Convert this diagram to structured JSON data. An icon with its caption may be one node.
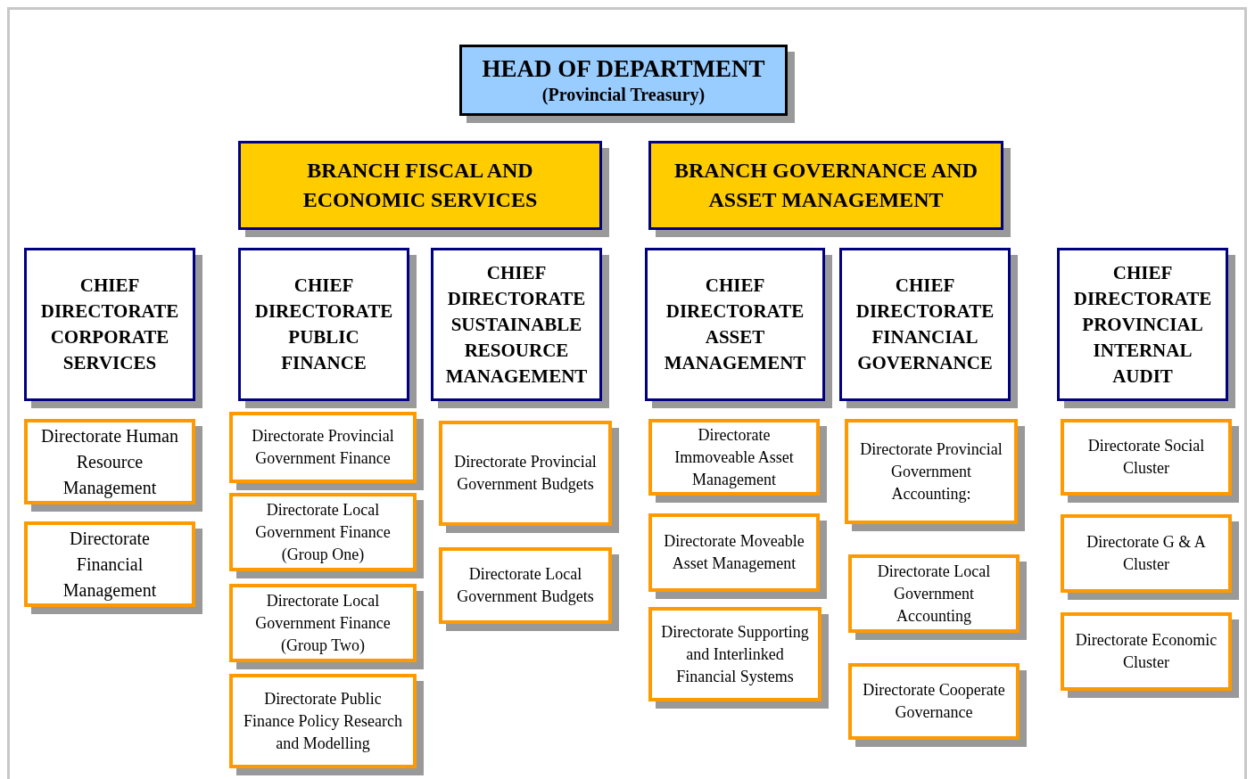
{
  "diagram": {
    "nodes": [
      {
        "text": [
          "HEAD OF DEPARTMENT",
          "(Provincial Treasury)"
        ]
      },
      {
        "text": [
          "BRANCH FISCAL AND ECONOMIC SERVICES"
        ]
      },
      {
        "text": [
          "BRANCH GOVERNANCE AND ASSET MANAGEMENT"
        ]
      },
      {
        "text": [
          "CHIEF DIRECTORATE CORPORATE SERVICES"
        ]
      },
      {
        "text": [
          "CHIEF DIRECTORATE PUBLIC FINANCE"
        ]
      },
      {
        "text": [
          "CHIEF DIRECTORATE SUSTAINABLE RESOURCE MANAGEMENT"
        ]
      },
      {
        "text": [
          "CHIEF DIRECTORATE ASSET MANAGEMENT"
        ]
      },
      {
        "text": [
          "CHIEF DIRECTORATE FINANCIAL GOVERNANCE"
        ]
      },
      {
        "text": [
          "CHIEF DIRECTORATE PROVINCIAL INTERNAL AUDIT"
        ]
      },
      {
        "text": [
          "Directorate Human Resource Management"
        ]
      },
      {
        "text": [
          "Directorate Financial Management"
        ]
      },
      {
        "text": [
          "Directorate Provincial Government Finance"
        ]
      },
      {
        "text": [
          "Directorate Local Government Finance (Group One)"
        ]
      },
      {
        "text": [
          "Directorate Local Government Finance (Group Two)"
        ]
      },
      {
        "text": [
          "Directorate Public Finance Policy Research and Modelling"
        ]
      },
      {
        "text": [
          "Directorate Provincial Government Budgets"
        ]
      },
      {
        "text": [
          "Directorate Local Government Budgets"
        ]
      },
      {
        "text": [
          "Directorate Immoveable Asset Management"
        ]
      },
      {
        "text": [
          "Directorate Moveable Asset Management"
        ]
      },
      {
        "text": [
          "Directorate Supporting and Interlinked Financial Systems"
        ]
      },
      {
        "text": [
          "Directorate Provincial Government Accounting:"
        ]
      },
      {
        "text": [
          "Directorate Local Government Accounting"
        ]
      },
      {
        "text": [
          "Directorate Cooperate Governance"
        ]
      },
      {
        "text": [
          "Directorate Social Cluster"
        ]
      },
      {
        "text": [
          "Directorate G & A Cluster"
        ]
      },
      {
        "text": [
          "Directorate Economic Cluster"
        ]
      }
    ],
    "edges": []
  }
}
